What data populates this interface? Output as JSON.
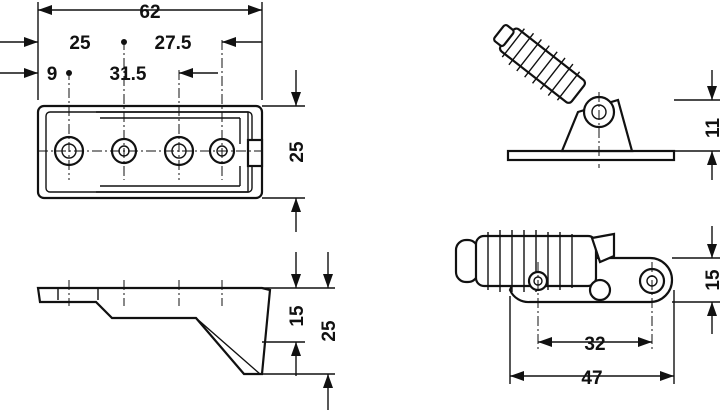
{
  "dimensions": {
    "top_view": {
      "overall_width": "62",
      "hole_spacing_a": "25",
      "hole_spacing_b": "27.5",
      "edge_offset": "9",
      "hole_spacing_c": "31.5",
      "height": "25"
    },
    "side_view": {
      "height_inner": "15",
      "height_outer": "25"
    },
    "angled_view": {
      "base_height": "11"
    },
    "plan_view": {
      "height": "15",
      "hole_spacing": "32",
      "overall_length": "47"
    }
  },
  "colors": {
    "line": "#111111",
    "background": "#ffffff"
  }
}
